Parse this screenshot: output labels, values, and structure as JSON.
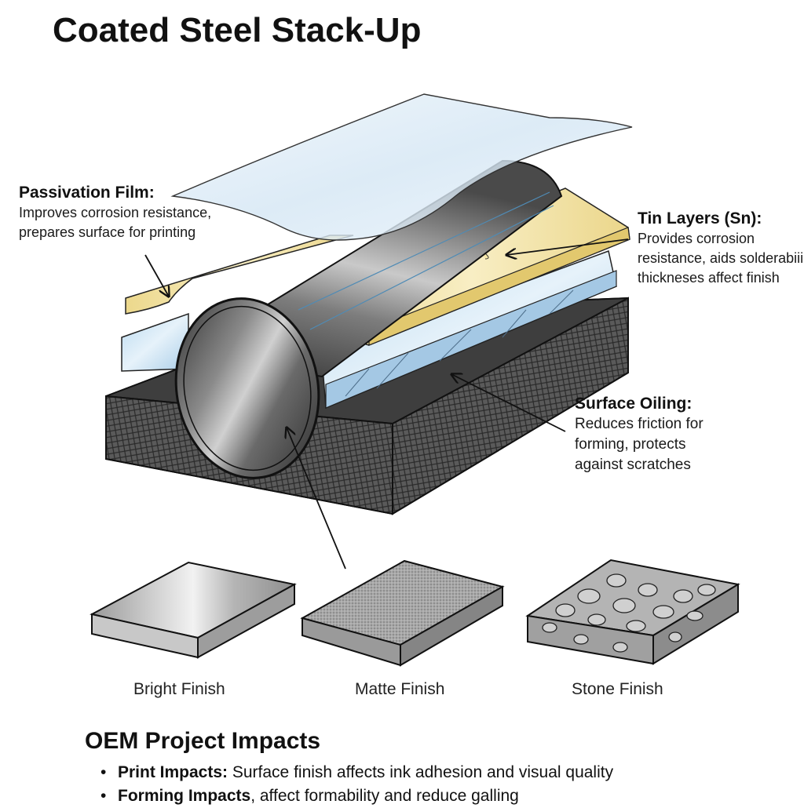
{
  "title": "Coated Steel Stack-Up",
  "callouts": {
    "passivation": {
      "heading": "Passivation Film:",
      "lines": [
        "Improves corrosion resistance,",
        "prepares surface for printing"
      ]
    },
    "tin": {
      "heading": "Tin Layers (Sn):",
      "lines": [
        "Provides corrosion",
        "resistance, aids solderabiii",
        "thickneses affect finish"
      ]
    },
    "oiling": {
      "heading": "Surface Oiling:",
      "lines": [
        "Reduces friction for",
        "forming, protects",
        "against scratches"
      ]
    }
  },
  "finishes": [
    {
      "label": "Bright Finish",
      "icon": "bright-finish-block"
    },
    {
      "label": "Matte Finish",
      "icon": "matte-finish-block"
    },
    {
      "label": "Stone Finish",
      "icon": "stone-finish-block"
    }
  ],
  "impacts": {
    "heading": "OEM Project Impacts",
    "bullet": "•",
    "items": [
      {
        "label": "Print Impacts:",
        "text": " Surface finish affects ink adhesion and visual quality"
      },
      {
        "label": "Forming Impacts",
        "text": ", affect formability and reduce galling"
      }
    ]
  },
  "colors": {
    "tin": "#f3e4a6",
    "film": "#dbe9f5",
    "oil": "#c7e0f1",
    "steel_dark": "#3a3a3a",
    "substrate": "#4a4a4a"
  }
}
